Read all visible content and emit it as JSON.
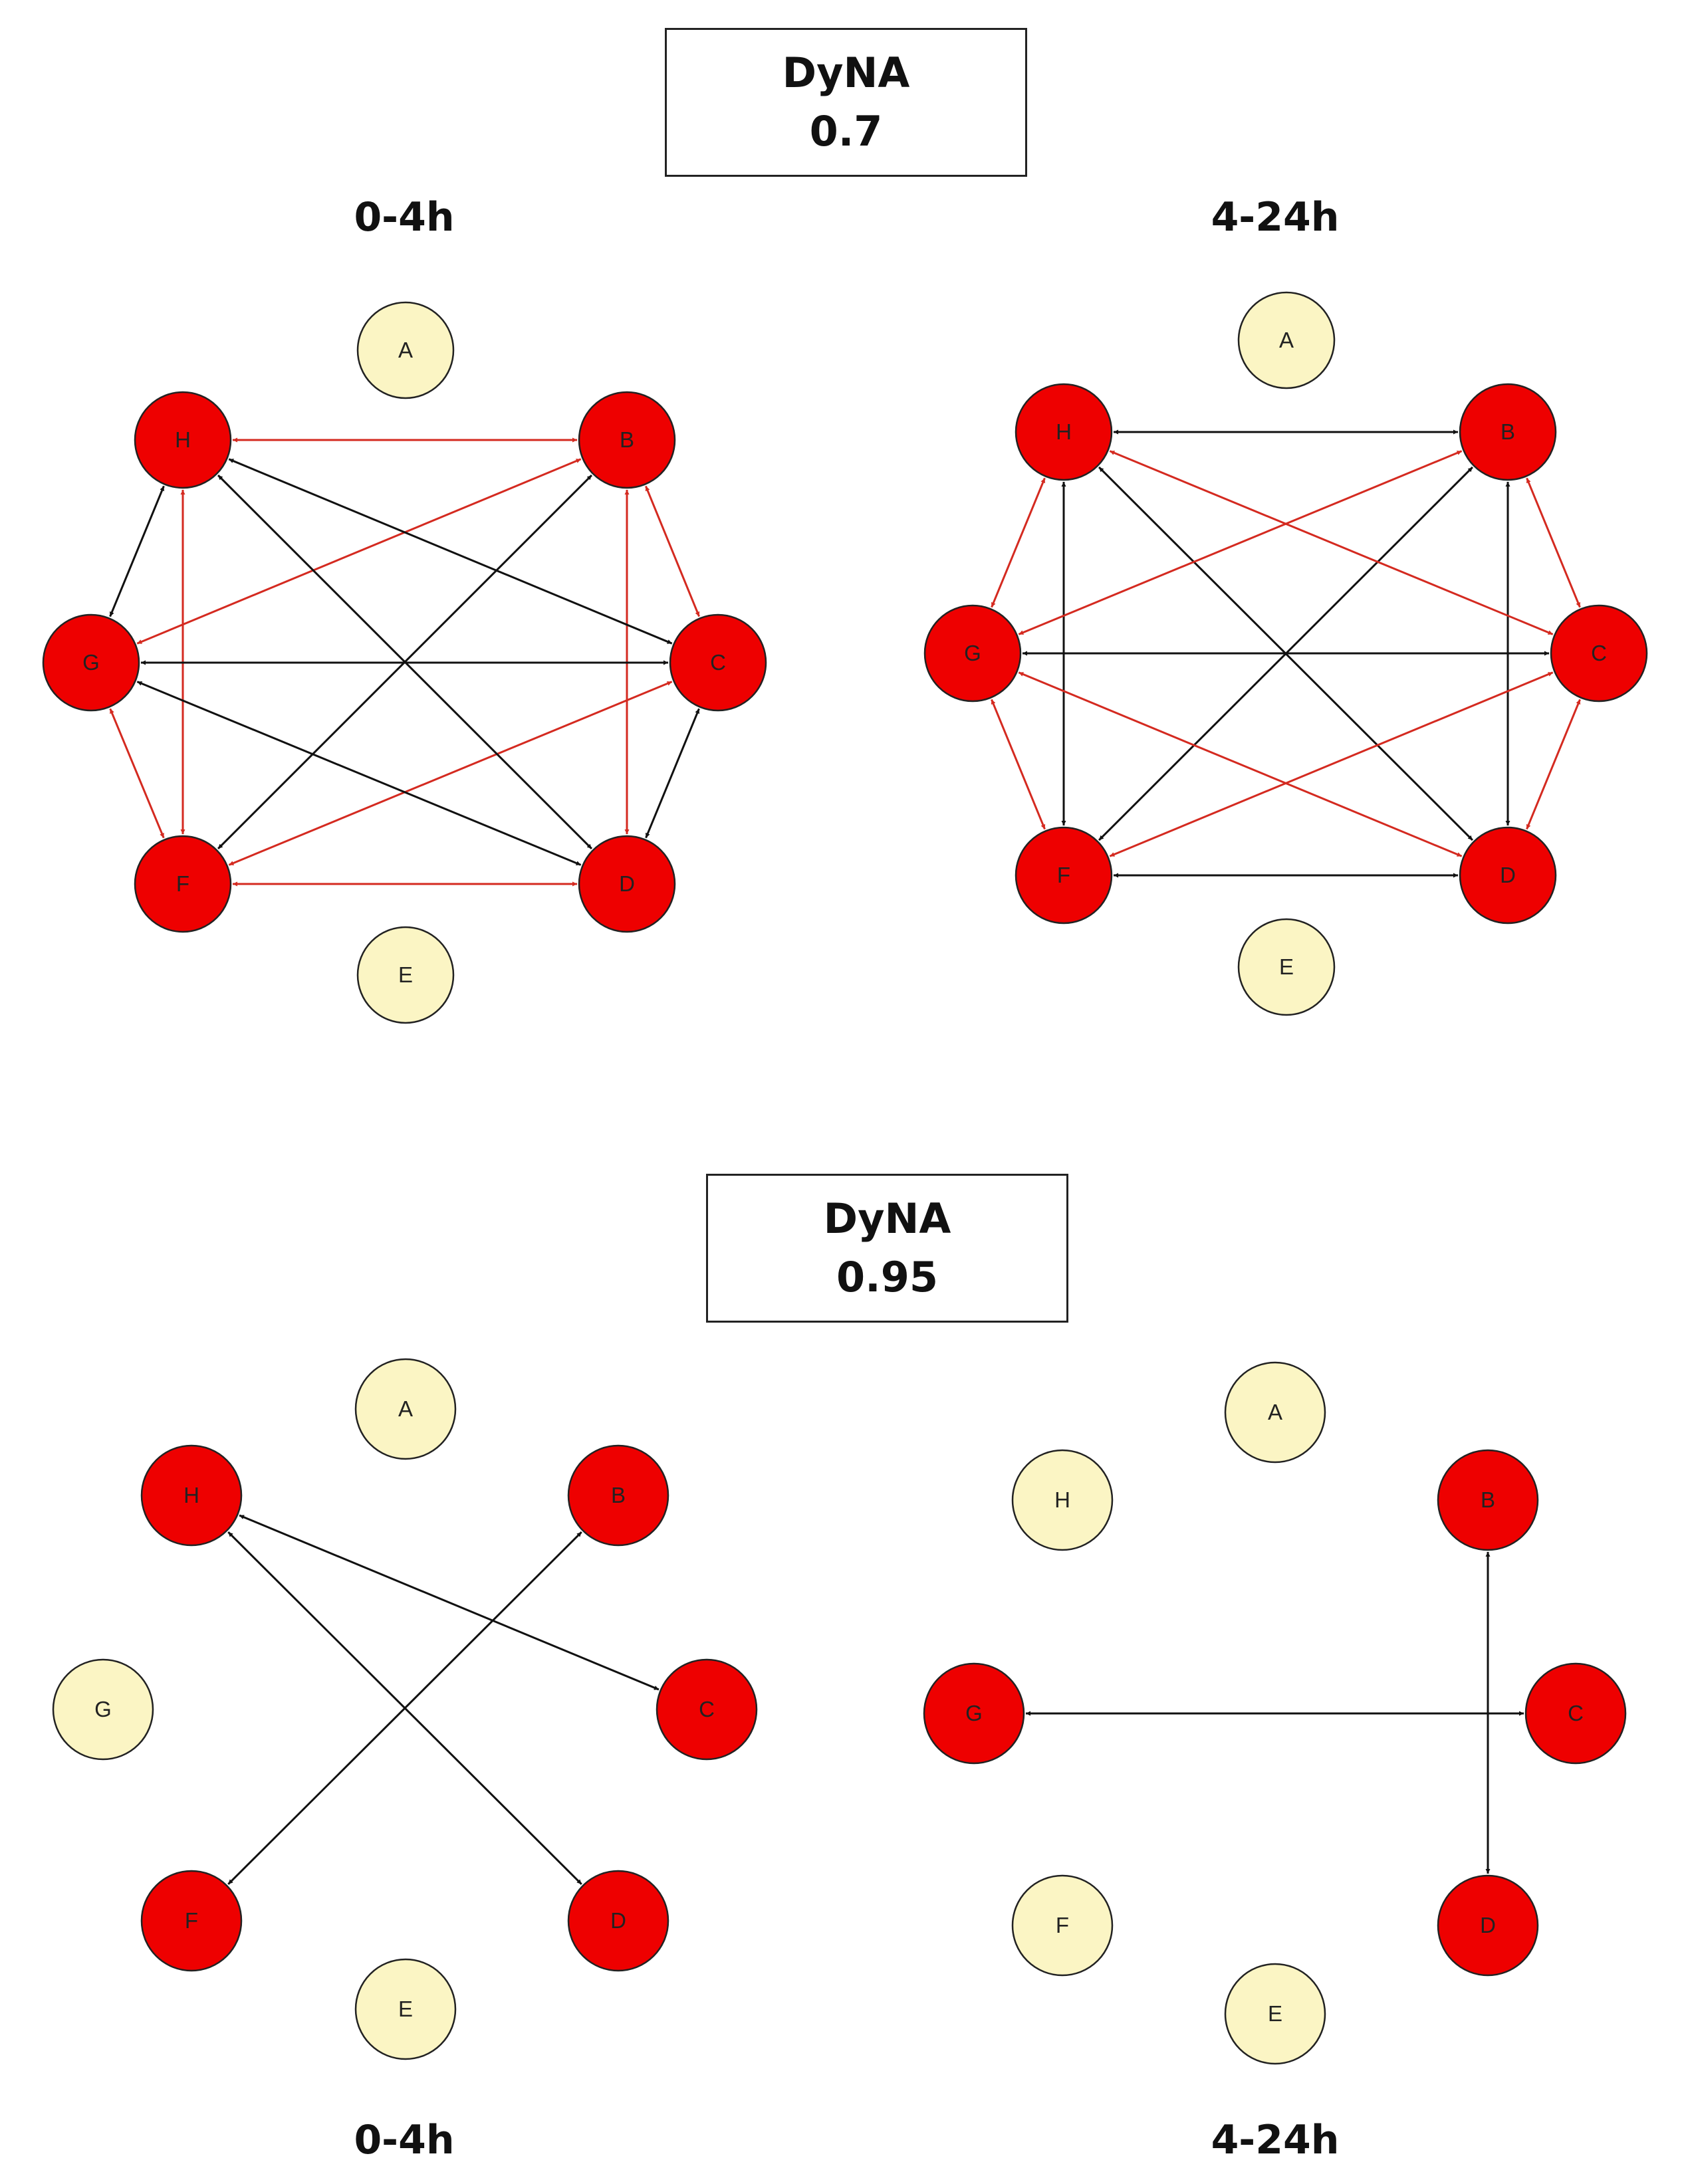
{
  "sections": [
    {
      "method": "DyNA",
      "threshold": "0.7",
      "panels": [
        {
          "label": "0-4h",
          "active_nodes": [
            "B",
            "C",
            "D",
            "F",
            "G",
            "H"
          ],
          "inactive_nodes": [
            "A",
            "E"
          ],
          "edges": [
            {
              "from": "H",
              "to": "B",
              "color": "red"
            },
            {
              "from": "H",
              "to": "F",
              "color": "red"
            },
            {
              "from": "B",
              "to": "C",
              "color": "red"
            },
            {
              "from": "B",
              "to": "D",
              "color": "red"
            },
            {
              "from": "G",
              "to": "B",
              "color": "red"
            },
            {
              "from": "G",
              "to": "F",
              "color": "red"
            },
            {
              "from": "F",
              "to": "D",
              "color": "red"
            },
            {
              "from": "F",
              "to": "C",
              "color": "red"
            },
            {
              "from": "H",
              "to": "G",
              "color": "black"
            },
            {
              "from": "H",
              "to": "C",
              "color": "black"
            },
            {
              "from": "H",
              "to": "D",
              "color": "black"
            },
            {
              "from": "G",
              "to": "C",
              "color": "black"
            },
            {
              "from": "G",
              "to": "D",
              "color": "black"
            },
            {
              "from": "F",
              "to": "B",
              "color": "black"
            },
            {
              "from": "C",
              "to": "D",
              "color": "black"
            }
          ]
        },
        {
          "label": "4-24h",
          "active_nodes": [
            "B",
            "C",
            "D",
            "F",
            "G",
            "H"
          ],
          "inactive_nodes": [
            "A",
            "E"
          ],
          "edges": [
            {
              "from": "H",
              "to": "B",
              "color": "black"
            },
            {
              "from": "H",
              "to": "F",
              "color": "black"
            },
            {
              "from": "H",
              "to": "D",
              "color": "black"
            },
            {
              "from": "G",
              "to": "C",
              "color": "black"
            },
            {
              "from": "B",
              "to": "D",
              "color": "black"
            },
            {
              "from": "B",
              "to": "F",
              "color": "black"
            },
            {
              "from": "F",
              "to": "D",
              "color": "black"
            },
            {
              "from": "H",
              "to": "G",
              "color": "red"
            },
            {
              "from": "H",
              "to": "C",
              "color": "red"
            },
            {
              "from": "B",
              "to": "C",
              "color": "red"
            },
            {
              "from": "B",
              "to": "G",
              "color": "red"
            },
            {
              "from": "G",
              "to": "F",
              "color": "red"
            },
            {
              "from": "G",
              "to": "D",
              "color": "red"
            },
            {
              "from": "C",
              "to": "D",
              "color": "red"
            },
            {
              "from": "C",
              "to": "F",
              "color": "red"
            }
          ]
        }
      ]
    },
    {
      "method": "DyNA",
      "threshold": "0.95",
      "panels": [
        {
          "label": "0-4h",
          "active_nodes": [
            "B",
            "C",
            "D",
            "F",
            "H"
          ],
          "inactive_nodes": [
            "A",
            "E",
            "G"
          ],
          "edges": [
            {
              "from": "H",
              "to": "C",
              "color": "black"
            },
            {
              "from": "H",
              "to": "D",
              "color": "black"
            },
            {
              "from": "B",
              "to": "F",
              "color": "black"
            }
          ]
        },
        {
          "label": "4-24h",
          "active_nodes": [
            "B",
            "C",
            "D",
            "G"
          ],
          "inactive_nodes": [
            "A",
            "E",
            "F",
            "H"
          ],
          "edges": [
            {
              "from": "B",
              "to": "D",
              "color": "black"
            },
            {
              "from": "G",
              "to": "C",
              "color": "black"
            }
          ]
        }
      ]
    }
  ],
  "colors": {
    "active_node": "#ee0000",
    "inactive_node": "#fbf5c4",
    "edge_red": "#d42a20",
    "edge_black": "#111111",
    "node_stroke": "#222222"
  }
}
